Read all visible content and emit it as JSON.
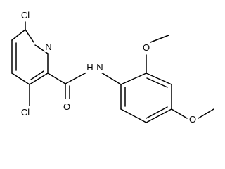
{
  "molecule": {
    "atoms": {
      "cl_top": "Cl",
      "n_ring": "N",
      "cl_bottom": "Cl",
      "o_carbonyl": "O",
      "nh": "N",
      "h_on_n": "H",
      "o_methoxy_top": "O",
      "o_methoxy_right": "O"
    }
  },
  "colors": {
    "bond": "#000000",
    "text": "#000000",
    "background": "#ffffff"
  }
}
